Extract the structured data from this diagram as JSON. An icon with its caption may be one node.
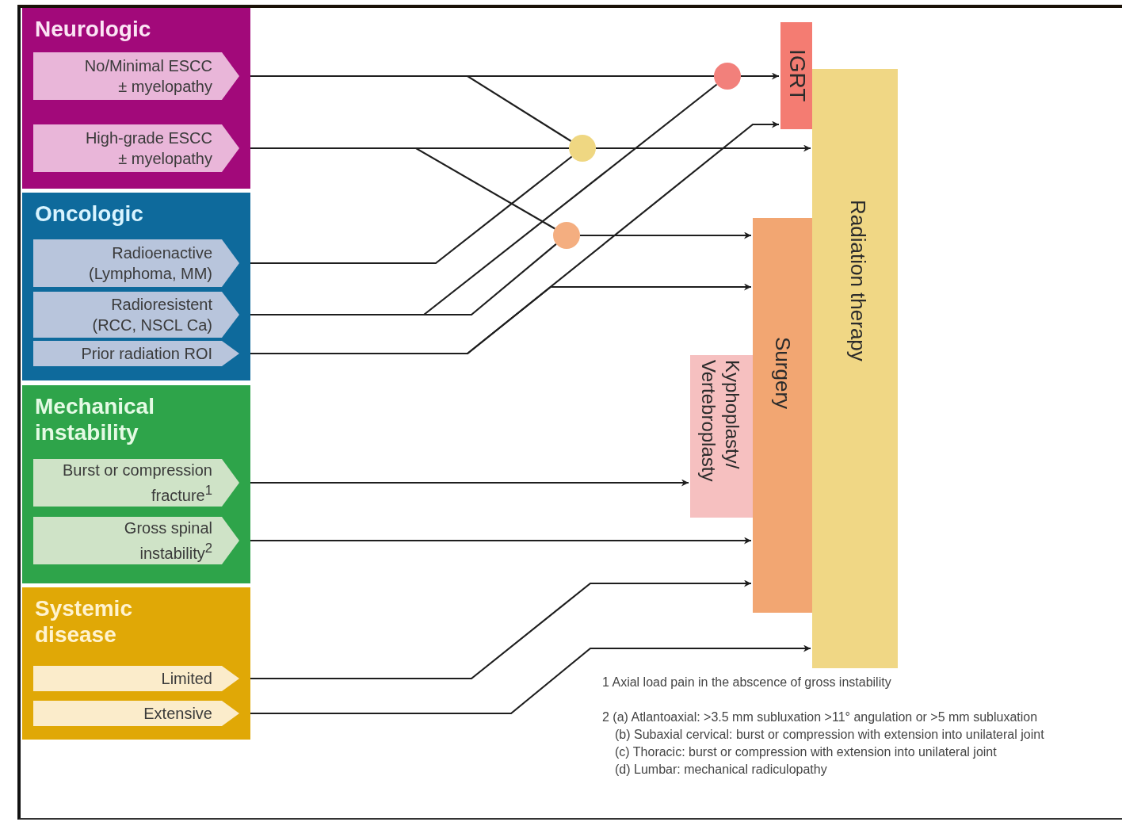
{
  "diagram": {
    "nodes": [
      {
        "text": [
          "Neurologic"
        ]
      },
      {
        "text": [
          "No/Minimal ESCC ± myelopathy"
        ],
        "in": 0
      },
      {
        "text": [
          "High-grade ESCC ± myelopathy"
        ],
        "in": 0
      },
      {
        "text": [
          "Oncologic"
        ]
      },
      {
        "text": [
          "Radioenactive (Lymphoma, MM)"
        ],
        "in": 3
      },
      {
        "text": [
          "Radioresistent (RCC, NSCL Ca)"
        ],
        "in": 3
      },
      {
        "text": [
          "Prior radiation ROI"
        ],
        "in": 3
      },
      {
        "text": [
          "Mechanical instability"
        ]
      },
      {
        "text": [
          "Burst or compression fracture$^{1}$"
        ],
        "in": 7
      },
      {
        "text": [
          "Gross spinal instability$^{2}$"
        ],
        "in": 7
      },
      {
        "text": [
          "Systemic disease"
        ]
      },
      {
        "text": [
          "Limited"
        ],
        "in": 10
      },
      {
        "text": [
          "Extensive"
        ],
        "in": 10
      },
      {
        "text": [],
        "shape": "circle"
      },
      {
        "text": [],
        "shape": "circle"
      },
      {
        "text": [],
        "shape": "circle"
      },
      {
        "text": [
          "IGRT"
        ]
      },
      {
        "text": [
          "Radiation therapy"
        ]
      },
      {
        "text": [
          "Surgery"
        ]
      },
      {
        "text": [
          "Kyphoplasty/ Vertebroplasty"
        ]
      }
    ],
    "edges": [
      {
        "from": 1,
        "to": 15,
        "arrow": "none"
      },
      {
        "from": 15,
        "to": 16,
        "arrow": "to"
      },
      {
        "from": 1,
        "to": 14,
        "arrow": "none"
      },
      {
        "from": 2,
        "to": 14,
        "arrow": "none"
      },
      {
        "from": 4,
        "to": 14,
        "arrow": "none"
      },
      {
        "from": 14,
        "to": 17,
        "arrow": "to"
      },
      {
        "from": 2,
        "to": 13,
        "arrow": "none"
      },
      {
        "from": 5,
        "to": 15,
        "arrow": "none"
      },
      {
        "from": 5,
        "to": 13,
        "arrow": "none"
      },
      {
        "from": 13,
        "to": 18,
        "arrow": "to"
      },
      {
        "from": 6,
        "to": 16,
        "arrow": "to"
      },
      {
        "from": 6,
        "to": 18,
        "arrow": "to"
      },
      {
        "from": 8,
        "to": 19,
        "arrow": "to"
      },
      {
        "from": 9,
        "to": 18,
        "arrow": "to"
      },
      {
        "from": 11,
        "to": 18,
        "arrow": "to"
      },
      {
        "from": 12,
        "to": 17,
        "arrow": "to"
      }
    ],
    "labels": [
      "1 Axial load pain in the abscence of gross instability",
      "2 (a) Atlantoaxial: >3.5 mm subluxation >11° angulation or >5 mm subluxation",
      "(b) Subaxial cervical: burst or compression with extension into unilateral joint",
      "(c) Thoracic: burst or compression with extension into unilateral joint",
      "(d) Lumbar: mechanical radiculopathy"
    ]
  }
}
